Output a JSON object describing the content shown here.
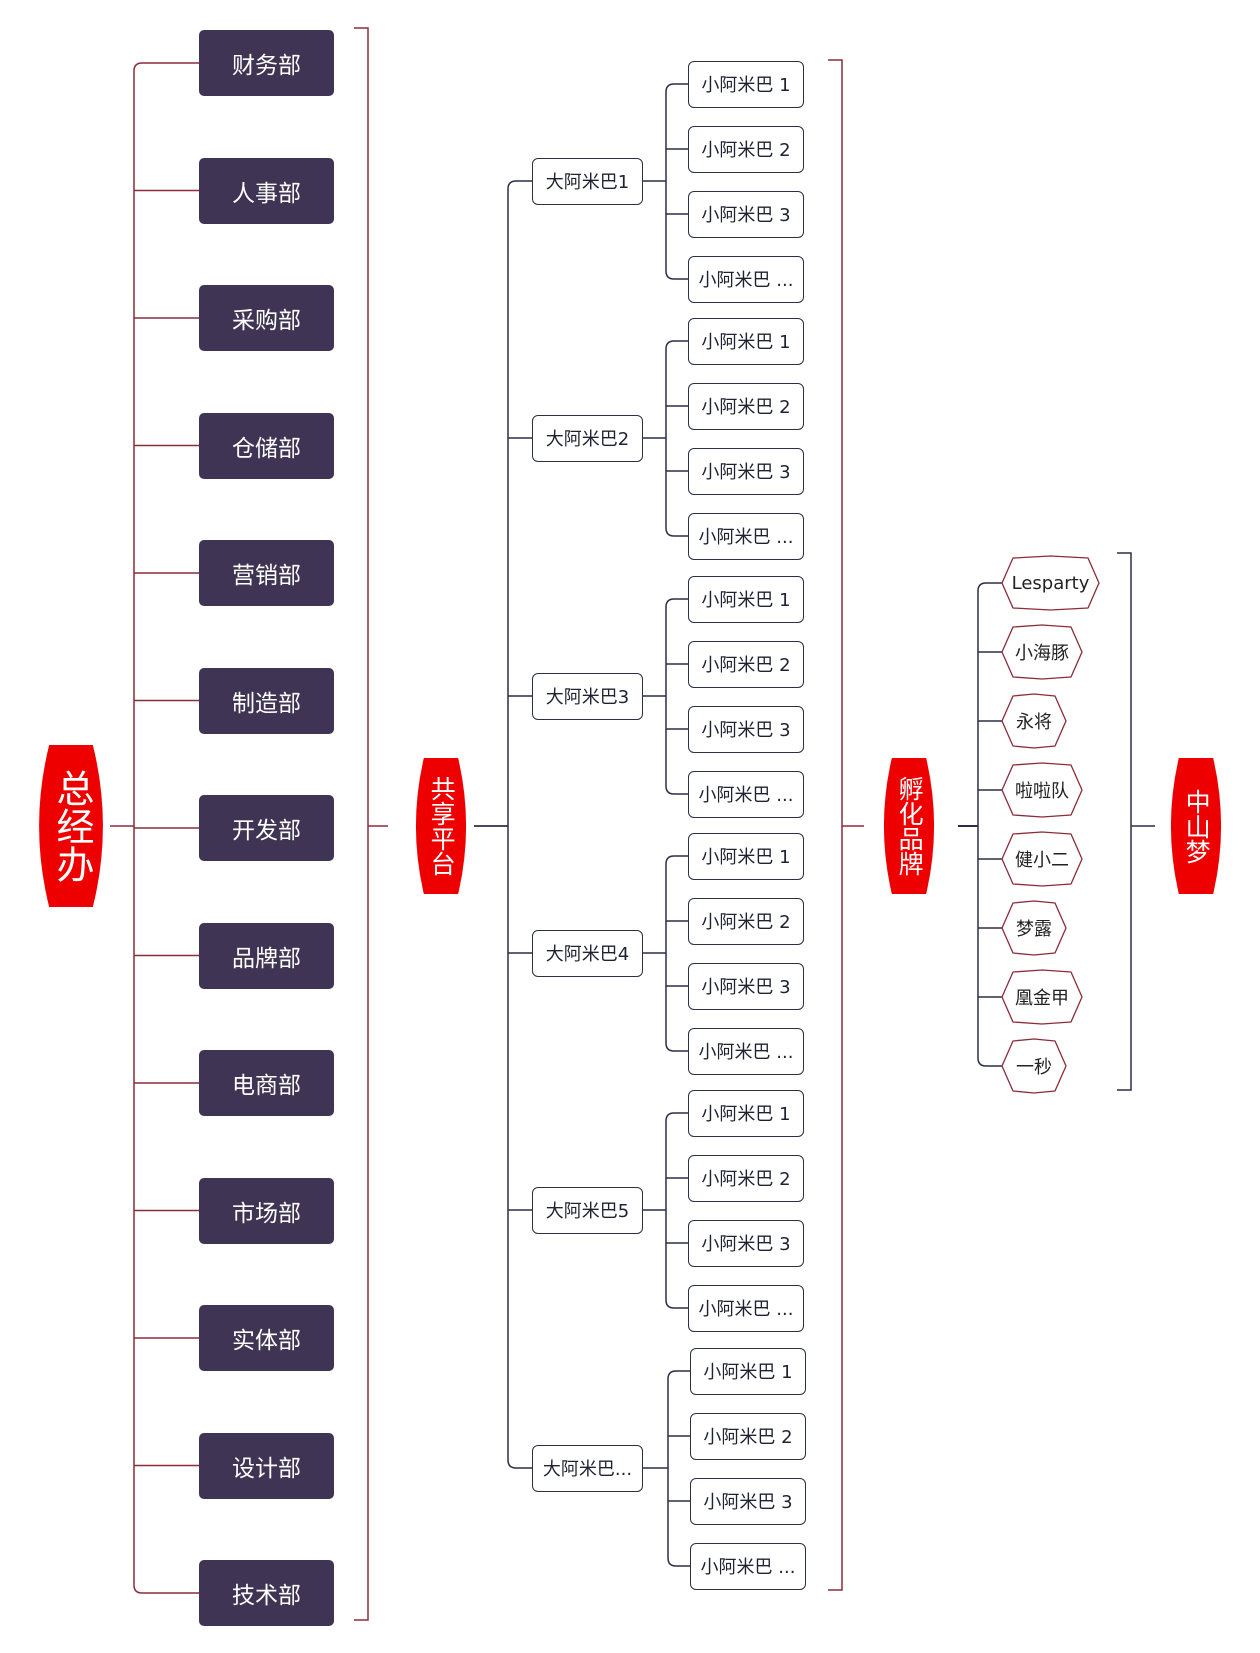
{
  "colors": {
    "red": "#ee0000",
    "dept_fill": "#3f3453",
    "dark_line": "#2c2f45",
    "red_line": "#8c2b3a"
  },
  "roots": {
    "ceo": "总经办",
    "platform": "共享平台",
    "incubate": "孵化品牌",
    "zhongshan": "中山梦"
  },
  "departments": [
    "财务部",
    "人事部",
    "采购部",
    "仓储部",
    "营销部",
    "制造部",
    "开发部",
    "品牌部",
    "电商部",
    "市场部",
    "实体部",
    "设计部",
    "技术部"
  ],
  "groups": [
    {
      "label": "大阿米巴1",
      "children": [
        "小阿米巴 1",
        "小阿米巴 2",
        "小阿米巴 3",
        "小阿米巴 ..."
      ]
    },
    {
      "label": "大阿米巴2",
      "children": [
        "小阿米巴 1",
        "小阿米巴 2",
        "小阿米巴 3",
        "小阿米巴 ..."
      ]
    },
    {
      "label": "大阿米巴3",
      "children": [
        "小阿米巴 1",
        "小阿米巴 2",
        "小阿米巴 3",
        "小阿米巴 ..."
      ]
    },
    {
      "label": "大阿米巴4",
      "children": [
        "小阿米巴 1",
        "小阿米巴 2",
        "小阿米巴 3",
        "小阿米巴 ..."
      ]
    },
    {
      "label": "大阿米巴5",
      "children": [
        "小阿米巴 1",
        "小阿米巴 2",
        "小阿米巴 3",
        "小阿米巴 ..."
      ]
    },
    {
      "label": "大阿米巴...",
      "children": [
        "小阿米巴 1",
        "小阿米巴 2",
        "小阿米巴 3",
        "小阿米巴 ..."
      ]
    }
  ],
  "brands": [
    "Lesparty",
    "小海豚",
    "永将",
    "啦啦队",
    "健小二",
    "梦露",
    "凰金甲",
    "一秒"
  ]
}
